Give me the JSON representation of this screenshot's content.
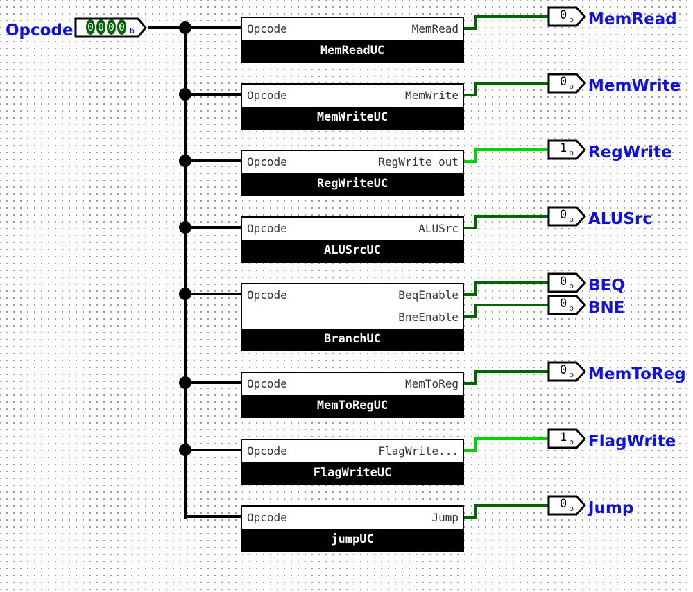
{
  "input": {
    "label": "Opcode",
    "bits": [
      "0",
      "0",
      "0",
      "0"
    ],
    "base": "b"
  },
  "components": [
    {
      "name": "MemReadUC",
      "in_port": "Opcode",
      "outputs": [
        {
          "port": "MemRead",
          "value": "0",
          "base": "b",
          "label": "MemRead",
          "state": "low"
        }
      ]
    },
    {
      "name": "MemWriteUC",
      "in_port": "Opcode",
      "outputs": [
        {
          "port": "MemWrite",
          "value": "0",
          "base": "b",
          "label": "MemWrite",
          "state": "low"
        }
      ]
    },
    {
      "name": "RegWriteUC",
      "in_port": "Opcode",
      "outputs": [
        {
          "port": "RegWrite_out",
          "value": "1",
          "base": "b",
          "label": "RegWrite",
          "state": "high"
        }
      ]
    },
    {
      "name": "ALUSrcUC",
      "in_port": "Opcode",
      "outputs": [
        {
          "port": "ALUSrc",
          "value": "0",
          "base": "b",
          "label": "ALUSrc",
          "state": "low"
        }
      ]
    },
    {
      "name": "BranchUC",
      "in_port": "Opcode",
      "outputs": [
        {
          "port": "BeqEnable",
          "value": "0",
          "base": "b",
          "label": "BEQ",
          "state": "low"
        },
        {
          "port": "BneEnable",
          "value": "0",
          "base": "b",
          "label": "BNE",
          "state": "low"
        }
      ]
    },
    {
      "name": "MemToRegUC",
      "in_port": "Opcode",
      "outputs": [
        {
          "port": "MemToReg",
          "value": "0",
          "base": "b",
          "label": "MemToReg",
          "state": "low"
        }
      ]
    },
    {
      "name": "FlagWriteUC",
      "in_port": "Opcode",
      "outputs": [
        {
          "port": "FlagWrite...",
          "value": "1",
          "base": "b",
          "label": "FlagWrite",
          "state": "high"
        }
      ]
    },
    {
      "name": "jumpUC",
      "in_port": "Opcode",
      "outputs": [
        {
          "port": "Jump",
          "value": "0",
          "base": "b",
          "label": "Jump",
          "state": "low"
        }
      ]
    }
  ],
  "colors": {
    "wire_low": "#006400",
    "wire_high": "#00d400",
    "label_blue": "#1010e0"
  }
}
